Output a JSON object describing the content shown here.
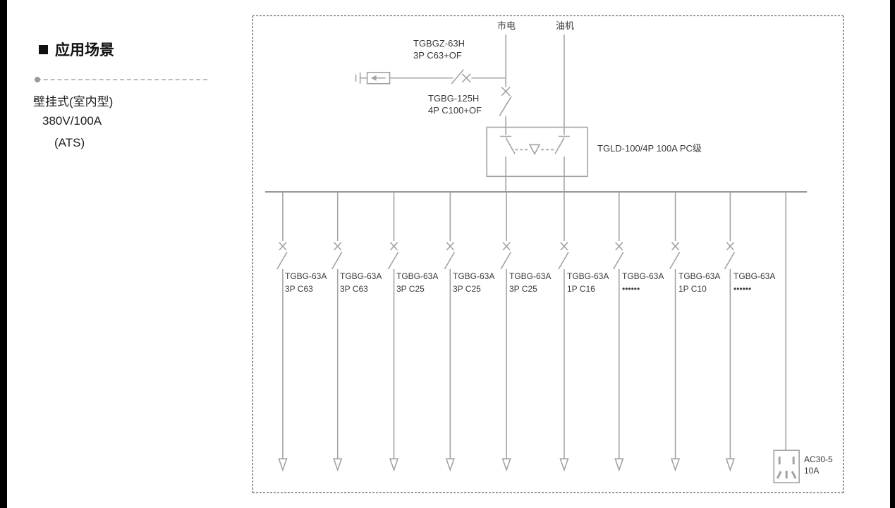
{
  "left_panel": {
    "heading": "应用场景",
    "subtitle_lines": [
      "壁挂式(室内型)",
      "380V/100A",
      "(ATS)"
    ]
  },
  "diagram": {
    "mains_label": "市电",
    "generator_label": "油机",
    "surge_protector": {
      "model": "TGBGZ-63H",
      "spec": "3P C63+OF"
    },
    "main_breaker": {
      "model": "TGBG-125H",
      "spec": "4P C100+OF"
    },
    "transfer_switch_label": "TGLD-100/4P 100A PC级",
    "feeders": [
      {
        "model": "TGBG-63A",
        "spec": "3P C63"
      },
      {
        "model": "TGBG-63A",
        "spec": "3P C63"
      },
      {
        "model": "TGBG-63A",
        "spec": "3P C25"
      },
      {
        "model": "TGBG-63A",
        "spec": "3P C25"
      },
      {
        "model": "TGBG-63A",
        "spec": "3P C25"
      },
      {
        "model": "TGBG-63A",
        "spec": "1P C16"
      },
      {
        "model": "TGBG-63A",
        "spec": "••••••"
      },
      {
        "model": "TGBG-63A",
        "spec": "1P C10"
      },
      {
        "model": "TGBG-63A",
        "spec": "••••••"
      }
    ],
    "socket": {
      "model": "AC30-5",
      "rating": "10A"
    }
  }
}
